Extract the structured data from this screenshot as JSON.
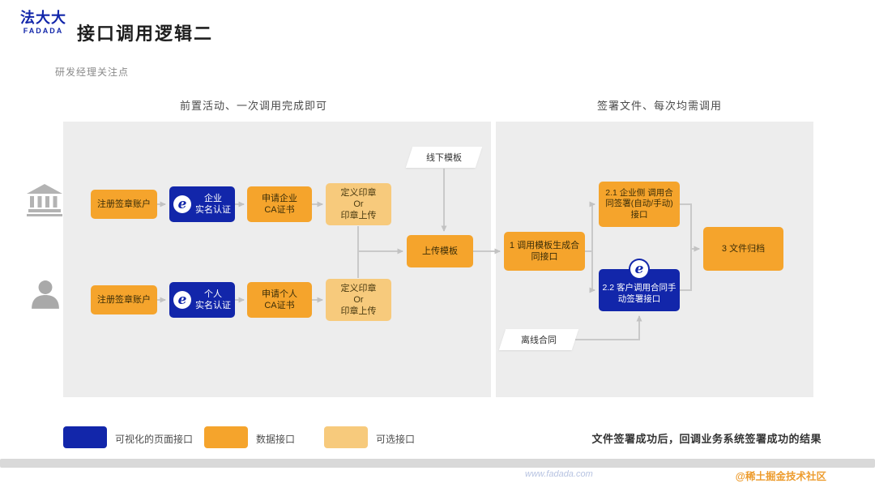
{
  "colors": {
    "brand_blue": "#1226AA",
    "box_orange": "#F5A42C",
    "box_light_orange": "#F7CA7C",
    "panel_gray": "#EDEDED",
    "arrow_gray": "#C9C9C9"
  },
  "header": {
    "logo_cn": "法大大",
    "logo_en": "FADADA",
    "title": "接口调用逻辑二",
    "subtitle": "研发经理关注点"
  },
  "sections": {
    "left_title": "前置活动、一次调用完成即可",
    "right_title": "签署文件、每次均需调用"
  },
  "left_flow": {
    "enterprise": {
      "register": "注册签章账户",
      "auth": "企业\n实名认证",
      "ca": "申请企业\nCA证书",
      "seal": "定义印章\nOr\n印章上传"
    },
    "personal": {
      "register": "注册签章账户",
      "auth": "个人\n实名认证",
      "ca": "申请个人\nCA证书",
      "seal": "定义印章\nOr\n印章上传"
    },
    "offline_template": "线下模板",
    "upload_template": "上传模板"
  },
  "right_flow": {
    "step1": "1 调用模板生成合\n同接口",
    "step2_1": "2.1 企业侧 调用合\n同签署(自动/手动)\n接口",
    "step2_2": "2.2 客户调用合同手\n动签署接口",
    "step3": "3 文件归档",
    "offline_contract": "离线合同"
  },
  "legend": {
    "visual_api": "可视化的页面接口",
    "data_api": "数据接口",
    "optional_api": "可选接口",
    "callback_note": "文件签署成功后，回调业务系统签署成功的结果"
  },
  "icons": {
    "e_glyph": "e"
  },
  "watermarks": {
    "site": "www.fadada.com",
    "community": "@稀土掘金技术社区"
  }
}
